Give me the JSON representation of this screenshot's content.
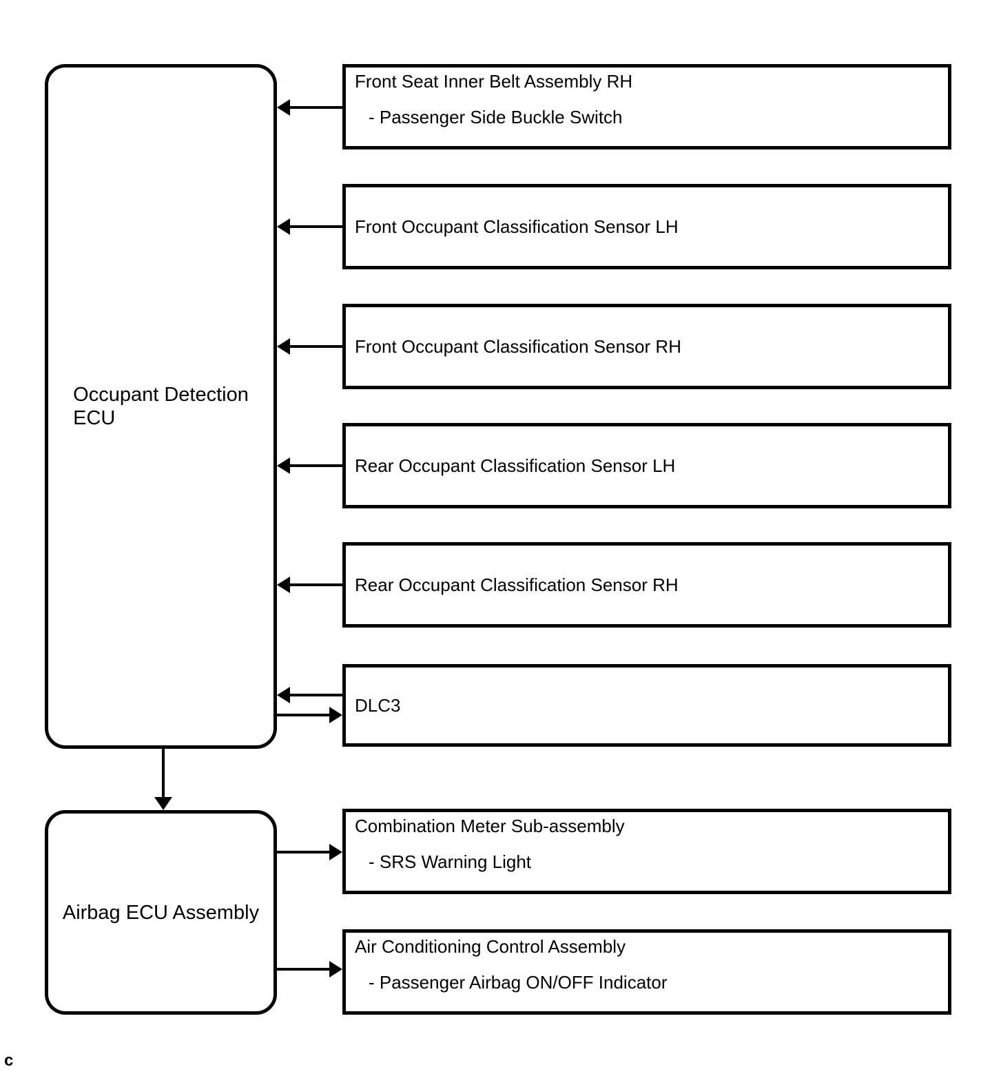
{
  "nodes": {
    "occupant_ecu": {
      "line1": "Occupant Detection",
      "line2": "ECU"
    },
    "airbag_ecu": {
      "label": "Airbag ECU Assembly"
    }
  },
  "peripherals": [
    {
      "title": "Front Seat Inner Belt Assembly RH",
      "subtitle": "- Passenger Side Buckle Switch"
    },
    {
      "title": "Front Occupant Classification Sensor LH"
    },
    {
      "title": "Front Occupant Classification Sensor RH"
    },
    {
      "title": "Rear Occupant Classification Sensor LH"
    },
    {
      "title": "Rear Occupant Classification Sensor RH"
    },
    {
      "title": "DLC3"
    },
    {
      "title": "Combination Meter Sub-assembly",
      "subtitle": "- SRS Warning Light"
    },
    {
      "title": "Air Conditioning Control Assembly",
      "subtitle": "- Passenger Airbag ON/OFF Indicator"
    }
  ],
  "footer": {
    "marker": "c"
  },
  "colors": {
    "line": "#000000",
    "background": "#ffffff"
  }
}
